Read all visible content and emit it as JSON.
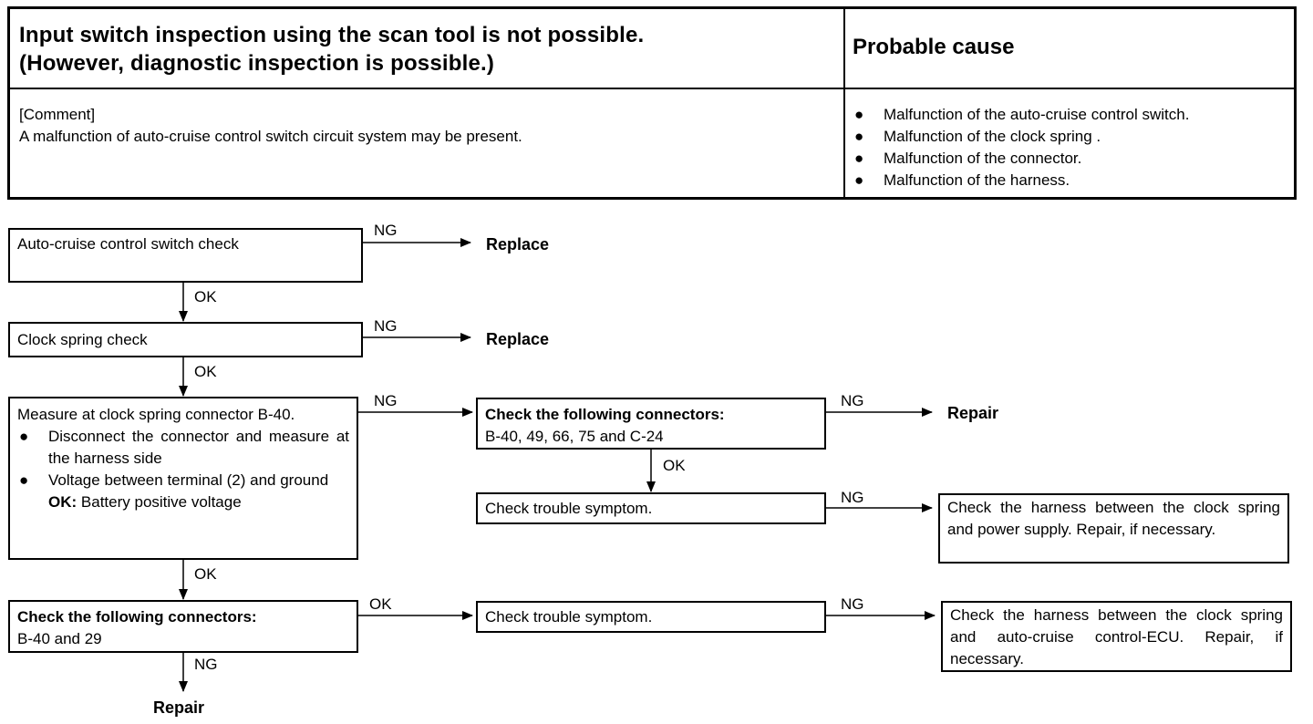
{
  "header": {
    "title_line1": "Input switch inspection using the scan tool is not possible.",
    "title_line2": "(However, diagnostic inspection is possible.)",
    "cause_heading": "Probable cause",
    "comment_label": "[Comment]",
    "comment_text": "A malfunction of auto-cruise control switch circuit system may be present.",
    "causes": [
      "Malfunction of the auto-cruise control switch.",
      "Malfunction of the clock spring .",
      "Malfunction of the connector.",
      "Malfunction of the harness."
    ]
  },
  "flow": {
    "step1": "Auto-cruise control switch check",
    "step2": "Clock spring check",
    "step3": {
      "line1": "Measure at clock spring connector B-40.",
      "bullet1": "Disconnect the connector and measure at the harness side",
      "bullet2": "Voltage between terminal (2) and ground",
      "ok_label": "OK:",
      "ok_text": "Battery positive voltage"
    },
    "step4": {
      "title": "Check the following connectors:",
      "text": "B-40 and 29"
    },
    "conn_check": {
      "title": "Check the following connectors:",
      "text": "B-40, 49, 66, 75 and C-24"
    },
    "symptom1": "Check trouble symptom.",
    "symptom2": "Check trouble symptom.",
    "harness1": "Check the harness between the clock spring and power supply. Repair, if necessary.",
    "harness2": "Check the harness between the clock spring and auto-cruise control-ECU. Repair, if necessary.",
    "labels": {
      "ng": "NG",
      "ok": "OK",
      "replace": "Replace",
      "repair": "Repair",
      "bullet": "●"
    }
  }
}
